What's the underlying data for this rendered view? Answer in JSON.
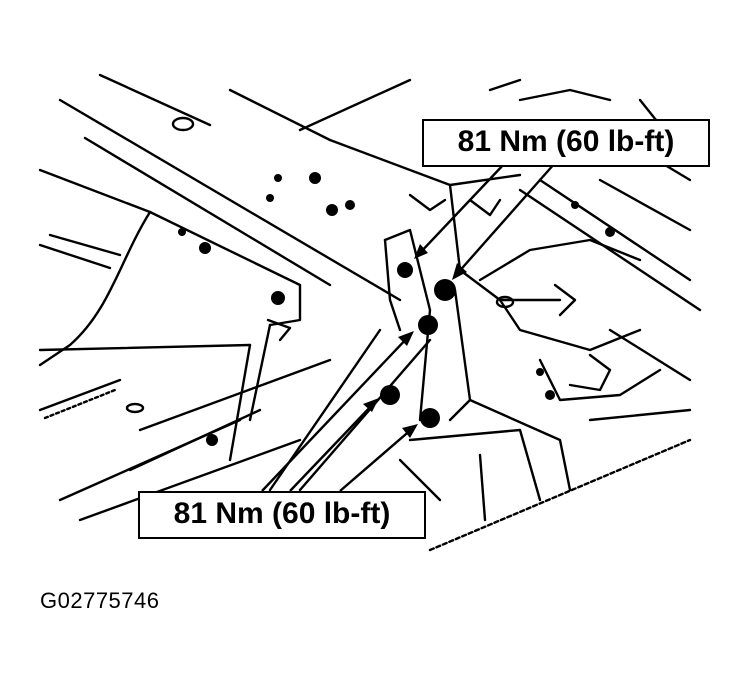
{
  "callouts": {
    "top": "81 Nm (60 lb-ft)",
    "bottom": "81 Nm (60 lb-ft)"
  },
  "figure_id": "G02775746",
  "colors": {
    "line": "#000000",
    "background": "#ffffff"
  }
}
